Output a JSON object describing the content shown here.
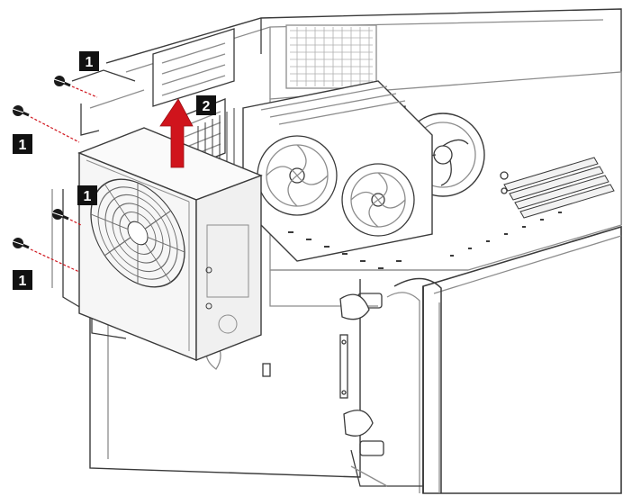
{
  "callouts": [
    {
      "id": "screw-step-top",
      "label": "1"
    },
    {
      "id": "screw-step-upper-left",
      "label": "1"
    },
    {
      "id": "psu-step-center",
      "label": "1"
    },
    {
      "id": "screw-step-lower-left",
      "label": "1"
    },
    {
      "id": "lift-step",
      "label": "2"
    }
  ],
  "colors": {
    "line": "#3a3a3a",
    "light_line": "#8c8c8c",
    "callout_bg": "#111111",
    "callout_text": "#ffffff",
    "arrow": "#d0141c",
    "psu_fill": "#f6f6f6",
    "dash": "#d0141c"
  },
  "icons": {
    "screw": "screw-icon",
    "fan": "fan-icon",
    "arrow": "arrow-up-icon"
  }
}
